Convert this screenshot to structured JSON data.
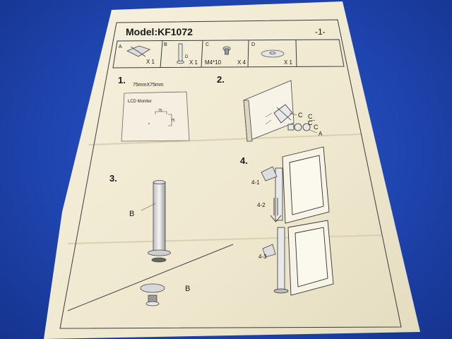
{
  "sheet": {
    "model": "Model:KF1072",
    "page": "-1-",
    "parts": [
      {
        "letter": "A",
        "qty": "X 1"
      },
      {
        "letter": "B",
        "qty": "X 1"
      },
      {
        "letter": "C",
        "size": "M4*10",
        "qty": "X 4"
      },
      {
        "letter": "D",
        "qty": "X 1"
      }
    ],
    "part_b_sub": "D",
    "steps": {
      "s1": {
        "num": "1.",
        "caption": "75mmX75mm",
        "box_label": "LCD Moniter",
        "dim_w": "75",
        "dim_h": "75"
      },
      "s2": {
        "num": "2.",
        "labels": [
          "C",
          "C",
          "C",
          "C",
          "A"
        ]
      },
      "s3": {
        "num": "3.",
        "label_pole": "B",
        "label_base": "B"
      },
      "s4": {
        "num": "4.",
        "sub1": "4-1",
        "sub2": "4-2",
        "sub3": "4-3"
      }
    }
  },
  "colors": {
    "background": "#2149b5",
    "paper": "#f4eedb",
    "ink": "#1a1a1a"
  }
}
